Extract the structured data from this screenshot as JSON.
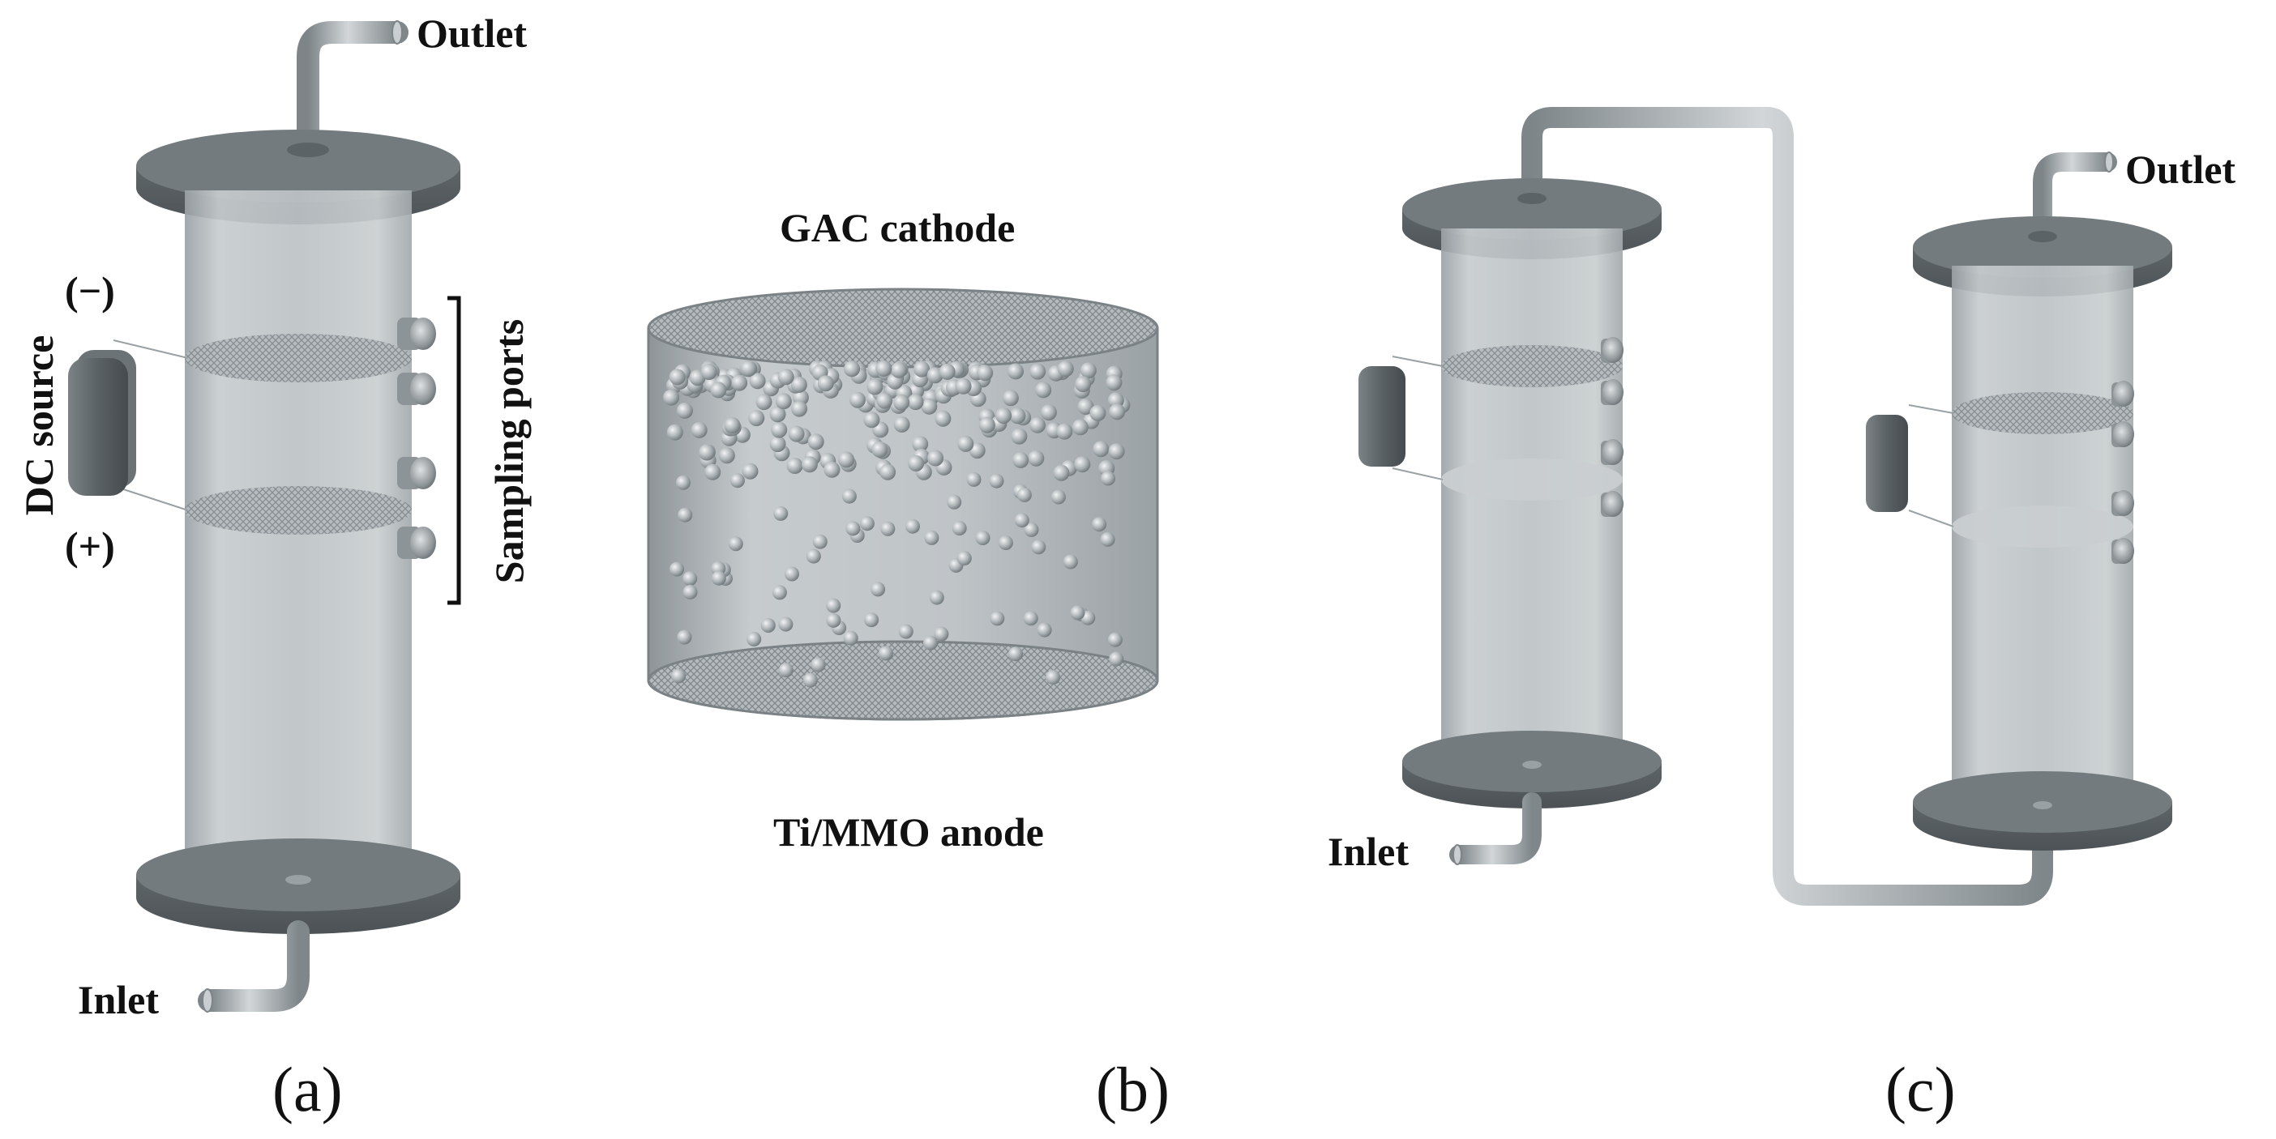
{
  "panel_a": {
    "outlet": "Outlet",
    "inlet": "Inlet",
    "dc_source": "DC source",
    "minus": "(−)",
    "plus": "(+)",
    "sampling_ports": "Sampling ports",
    "caption": "(a)"
  },
  "panel_b": {
    "cathode": "GAC cathode",
    "anode": "Ti/MMO anode",
    "caption": "(b)"
  },
  "panel_c": {
    "outlet": "Outlet",
    "inlet": "Inlet",
    "caption": "(c)"
  },
  "colors": {
    "plate": "#6b7375",
    "tube": "#b9bfc2",
    "pipe": "#9aa1a4",
    "mesh": "#a9b0b3"
  }
}
